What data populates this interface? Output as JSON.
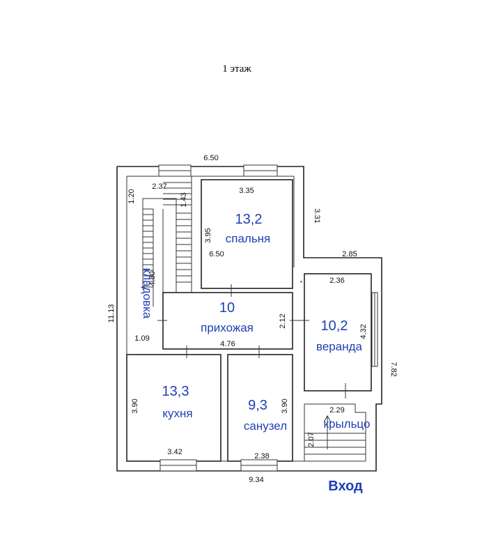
{
  "title": "1 этаж",
  "entry_label": "Вход",
  "rooms": {
    "bedroom": {
      "area": "13,2",
      "name": "спальня"
    },
    "hall": {
      "area": "10",
      "name": "прихожая"
    },
    "veranda": {
      "area": "10,2",
      "name": "веранда"
    },
    "kitchen": {
      "area": "13,3",
      "name": "кухня"
    },
    "bathroom": {
      "area": "9,3",
      "name": "санузел"
    },
    "porch": {
      "name": "крыльцо"
    },
    "storage": {
      "name": "кладовка"
    }
  },
  "dimensions": {
    "top_width": "6.50",
    "stair_width": "2.37",
    "stair_left": "1.20",
    "stair_right": "1.43",
    "bedroom_width": "3.35",
    "bedroom_height": "3.95",
    "bedroom_inner": "6.50",
    "right_offset": "3.31",
    "veranda_outer": "2.85",
    "veranda_width": "2.36",
    "veranda_height": "4.32",
    "total_height": "11.13",
    "storage_height": "4.80",
    "storage_width": "1.09",
    "hall_height": "2.12",
    "hall_width": "4.76",
    "right_total": "7.82",
    "kitchen_height": "3.90",
    "kitchen_width": "3.42",
    "bath_height": "3.90",
    "bath_width": "2.38",
    "porch_width": "2.29",
    "porch_height": "2.07",
    "bottom_width": "9.34"
  }
}
